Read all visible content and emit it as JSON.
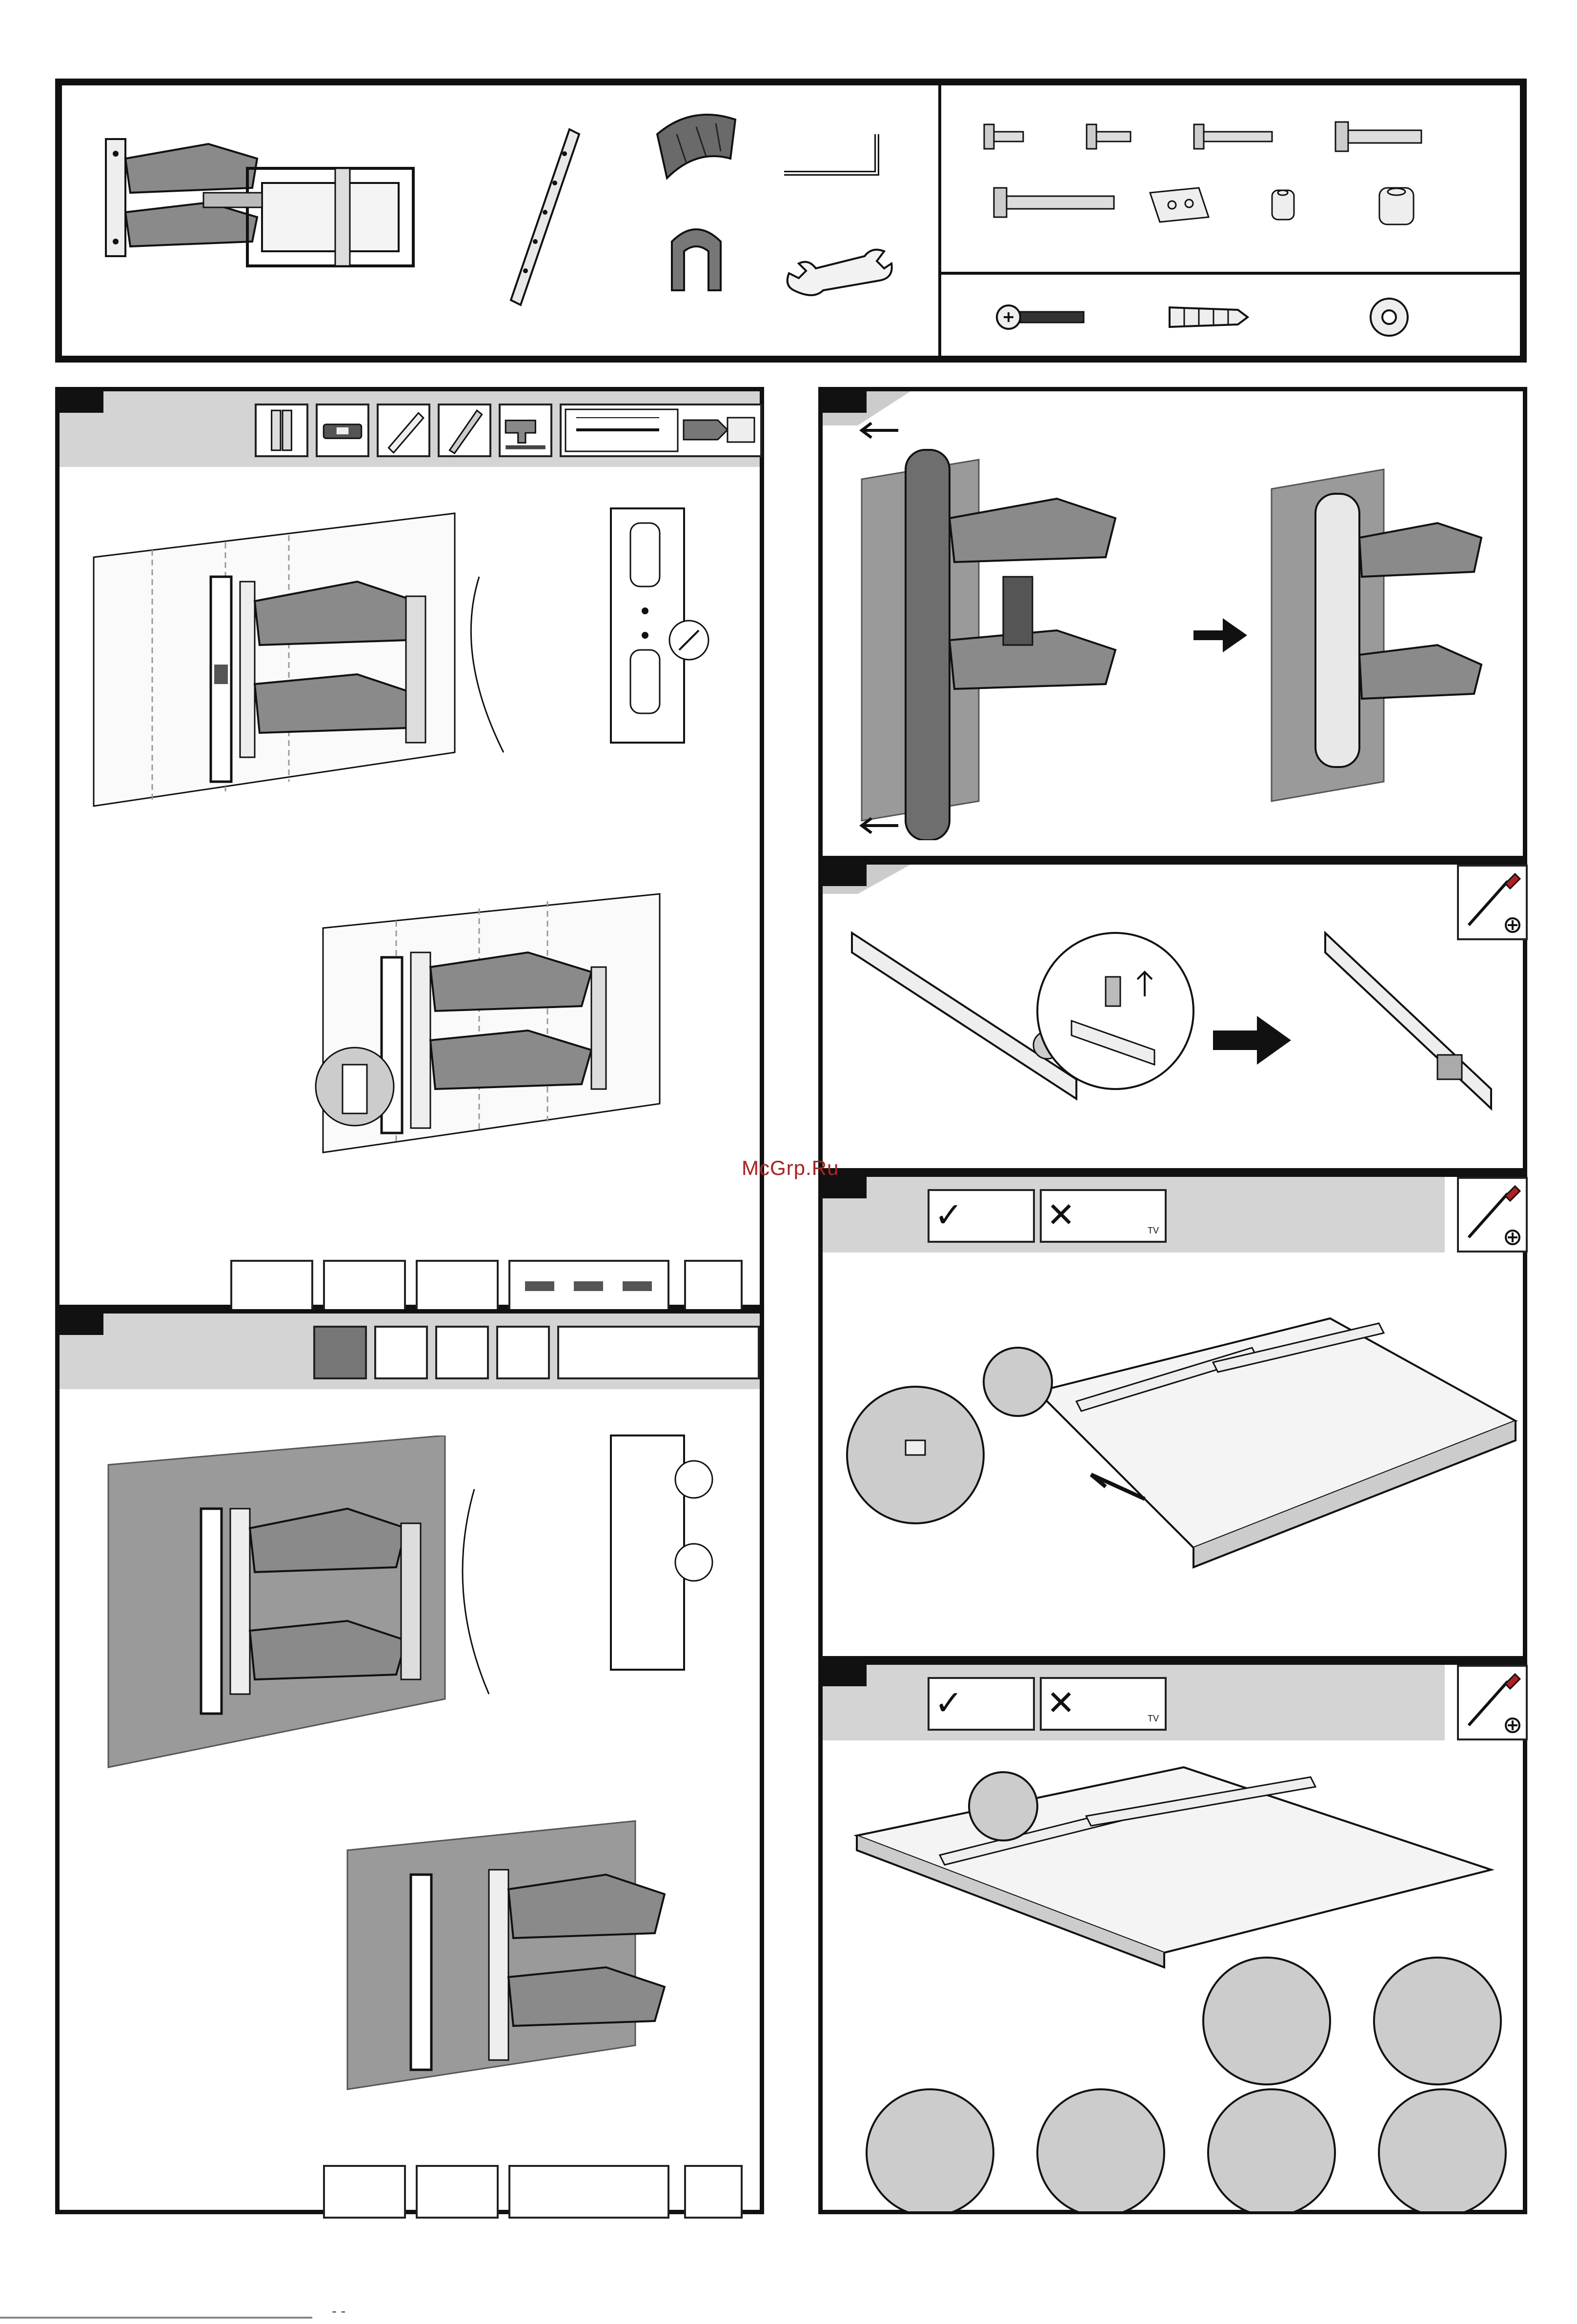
{
  "document": {
    "watermark": "McGrp.Ru",
    "footer_mark": "- -"
  },
  "parts_list": {
    "mount_parts": [
      "articulating-arm-mount",
      "tv-bracket-rail",
      "cable-cover",
      "allen-key",
      "cable-clip",
      "open-wrench"
    ],
    "tv_hardware": [
      "screw-short",
      "screw-short-2",
      "screw-medium",
      "screw-large",
      "screw-long",
      "spacer-plate",
      "spacer-ring-small",
      "spacer-ring-large"
    ],
    "wall_hardware": [
      "lag-bolt",
      "wall-anchor",
      "washer"
    ]
  },
  "steps": {
    "wood_wall": {
      "tools": [
        "stud-finder",
        "level",
        "pencil",
        "marker",
        "drill-bit",
        "drill"
      ]
    },
    "concrete_wall": {
      "tools": [
        "concrete-wall",
        "level",
        "pencil",
        "drill-bit",
        "drill"
      ]
    },
    "cable_cover": {},
    "rail_prep": {
      "tools": [
        "phillips-screwdriver"
      ]
    },
    "flat_tv": {
      "ok_label": "✓",
      "no_label": "✕",
      "tv_tag": "TV",
      "tools": [
        "phillips-screwdriver"
      ]
    },
    "recessed_tv": {
      "ok_label": "✓",
      "no_label": "✕",
      "tv_tag": "TV",
      "tools": [
        "phillips-screwdriver"
      ]
    }
  },
  "colors": {
    "frame": "#111111",
    "band": "#d4d4d4",
    "concrete": "#9a9a9a",
    "arm": "#7a7a7a",
    "watermark": "#b02020"
  }
}
